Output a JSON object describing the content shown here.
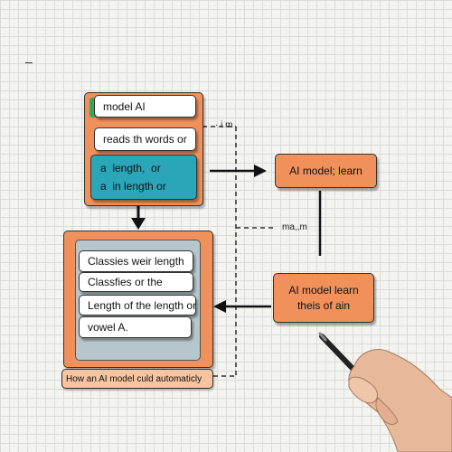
{
  "top_left_mark": "–",
  "top_group": {
    "card_1": "model AI",
    "card_2": "reads th words or",
    "teal_line_1": "a  length,  or",
    "teal_line_2": "a  in length or"
  },
  "right_box_1": "AI model; learn",
  "right_box_2_line_1": "AI model learn",
  "right_box_2_line_2": "theis of ain",
  "dashed_label_1": "· i m",
  "dashed_label_2": "ma,,m",
  "bottom_group": {
    "cards": [
      "Classies weir length",
      "Classfies or the",
      "Length of the length or",
      "vowel A."
    ],
    "caption": "How an AI model culd automaticly"
  },
  "colors": {
    "orange": "#f0905a",
    "teal": "#2aa6b8",
    "slate": "#b7c6cb",
    "green_tab": "#3aa35a"
  }
}
